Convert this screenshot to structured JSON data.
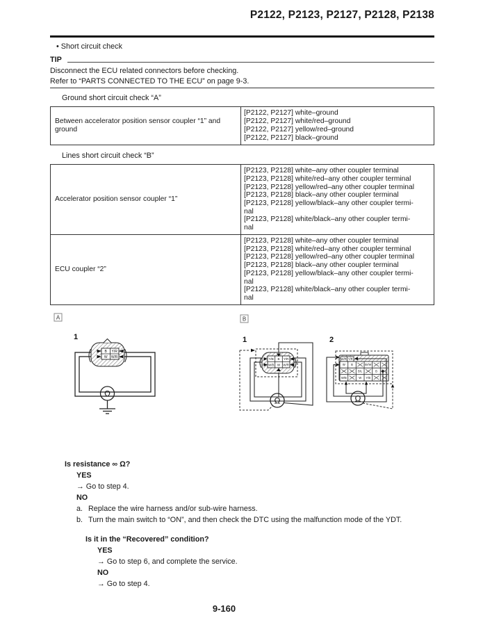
{
  "page": {
    "title": "P2122, P2123, P2127, P2128, P2138",
    "page_number": "9-160"
  },
  "intro": {
    "bullet_line": "• Short circuit check",
    "tip_label": "TIP",
    "tip_line1": "Disconnect the ECU related connectors before checking.",
    "tip_line2": "Refer to “PARTS CONNECTED TO THE ECU” on page 9-3."
  },
  "ground_check": {
    "heading": "Ground short circuit check “A”",
    "label_lines": [
      "Between accelerator position sensor coupler “1” and",
      "ground"
    ],
    "checks": [
      "[P2122, P2127] white–ground",
      "[P2122, P2127] white/red–ground",
      "[P2122, P2127] yellow/red–ground",
      "[P2122, P2127] black–ground"
    ]
  },
  "lines_check": {
    "heading": "Lines short circuit check “B”",
    "rows": [
      {
        "label": "Accelerator position sensor coupler “1”",
        "checks": [
          "[P2123, P2128] white–any other coupler terminal",
          "[P2123, P2128] white/red–any other coupler terminal",
          "[P2123, P2128] yellow/red–any other coupler terminal",
          "[P2123, P2128] black–any other coupler terminal",
          "[P2123, P2128] yellow/black–any other coupler termi-",
          "nal",
          "[P2123, P2128] white/black–any other coupler termi-",
          "nal"
        ]
      },
      {
        "label": "ECU coupler “2”",
        "checks": [
          "[P2123, P2128] white–any other coupler terminal",
          "[P2123, P2128] white/red–any other coupler terminal",
          "[P2123, P2128] yellow/red–any other coupler terminal",
          "[P2123, P2128] black–any other coupler terminal",
          "[P2123, P2128] yellow/black–any other coupler termi-",
          "nal",
          "[P2123, P2128] white/black–any other coupler termi-",
          "nal"
        ]
      }
    ]
  },
  "diagrams": {
    "label_a": "A",
    "label_b": "B",
    "a1": {
      "number": "1",
      "cells": [
        [
          "B",
          "Y/R"
        ],
        [
          "W",
          "W/R"
        ]
      ],
      "meter": "Ω"
    },
    "b1": {
      "number": "1",
      "cells": [
        [
          "Y/B",
          "B",
          "Y/R"
        ],
        [
          "W/B",
          "W",
          "W/R"
        ]
      ],
      "meter": "Ω"
    },
    "b2": {
      "number": "2",
      "row1": [
        "W/R",
        "Y/R"
      ],
      "cells": [
        [
          "W",
          "B",
          "",
          "Br/W",
          "",
          ""
        ],
        [
          "",
          "",
          "B/L",
          "",
          "B",
          ""
        ],
        [
          "W/B",
          "",
          "W",
          "Y/B",
          "",
          ""
        ]
      ],
      "meter": "Ω"
    }
  },
  "question1": {
    "heading": "Is resistance ∞ Ω?",
    "yes_label": "YES",
    "yes_action": "→ Go to step 4.",
    "no_label": "NO",
    "steps": [
      {
        "marker": "a.",
        "text": "Replace the wire harness and/or sub-wire harness."
      },
      {
        "marker": "b.",
        "text": "Turn the main switch to “ON”, and then check the DTC using the malfunction mode of the YDT."
      }
    ]
  },
  "question2": {
    "heading": "Is it in the “Recovered” condition?",
    "yes_label": "YES",
    "yes_action": "→ Go to step 6, and complete the service.",
    "no_label": "NO",
    "no_action": "→ Go to step 4."
  }
}
